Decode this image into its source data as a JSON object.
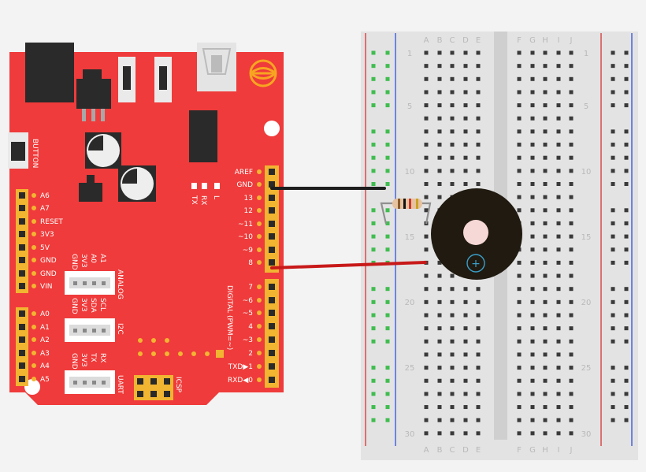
{
  "board": {
    "button_label": "BUTTON",
    "led_labels": [
      "TX",
      "RX",
      "L"
    ],
    "left_pins_top": [
      "A6",
      "A7",
      "RESET",
      "3V3",
      "5V",
      "GND",
      "GND",
      "VIN"
    ],
    "left_pins_bottom": [
      "A0",
      "A1",
      "A2",
      "A3",
      "A4",
      "A5"
    ],
    "right_pins_top": [
      "AREF",
      "GND",
      "13",
      "12",
      "~11",
      "~10",
      "~9",
      "8"
    ],
    "right_pins_bottom": [
      "7",
      "~6",
      "~5",
      "4",
      "~3",
      "2",
      "TXD▶1",
      "RXD◀0"
    ],
    "digital_label": "DIGITAL (PWM=~)",
    "icsp_label": "ICSP",
    "connectors": [
      {
        "name": "ANALOG",
        "pins": [
          "GND",
          "3V3",
          "A0",
          "A1"
        ]
      },
      {
        "name": "I2C",
        "pins": [
          "GND",
          "3V3",
          "SDA",
          "SCL"
        ]
      },
      {
        "name": "UART",
        "pins": [
          "GND",
          "3V3",
          "TX",
          "RX"
        ]
      }
    ]
  },
  "breadboard": {
    "columns_left": [
      "A",
      "B",
      "C",
      "D",
      "E"
    ],
    "columns_right": [
      "F",
      "G",
      "H",
      "I",
      "J"
    ],
    "row_numbers": [
      "1",
      "5",
      "10",
      "15",
      "20",
      "25",
      "30"
    ]
  },
  "buzzer": {
    "symbol": "+"
  },
  "colors": {
    "board": "#ef3b3b",
    "pin_header": "#f2b531",
    "breadboard": "#e3e3e3",
    "wire_gnd": "#1e1e1e",
    "wire_signal": "#c81919",
    "buzzer": "#201a10",
    "active_hole": "#3fbd4f",
    "rail_red": "#d94040",
    "rail_blue": "#3c5bd8"
  }
}
